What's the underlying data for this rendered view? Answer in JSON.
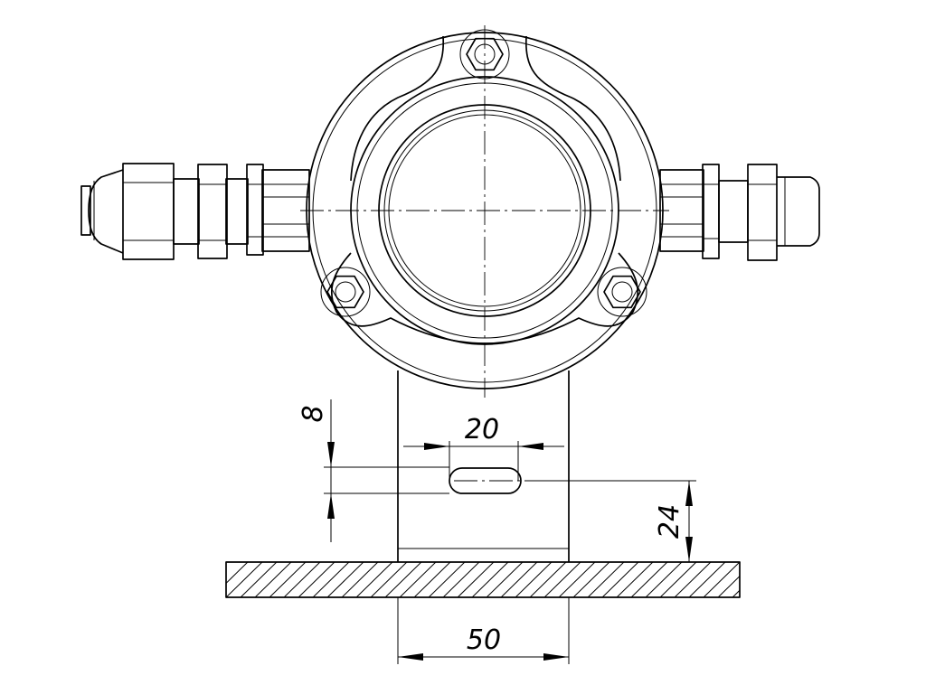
{
  "dimensions": {
    "slot_length": "20",
    "slot_width": "8",
    "slot_height_above_base": "24",
    "bracket_width": "50"
  }
}
